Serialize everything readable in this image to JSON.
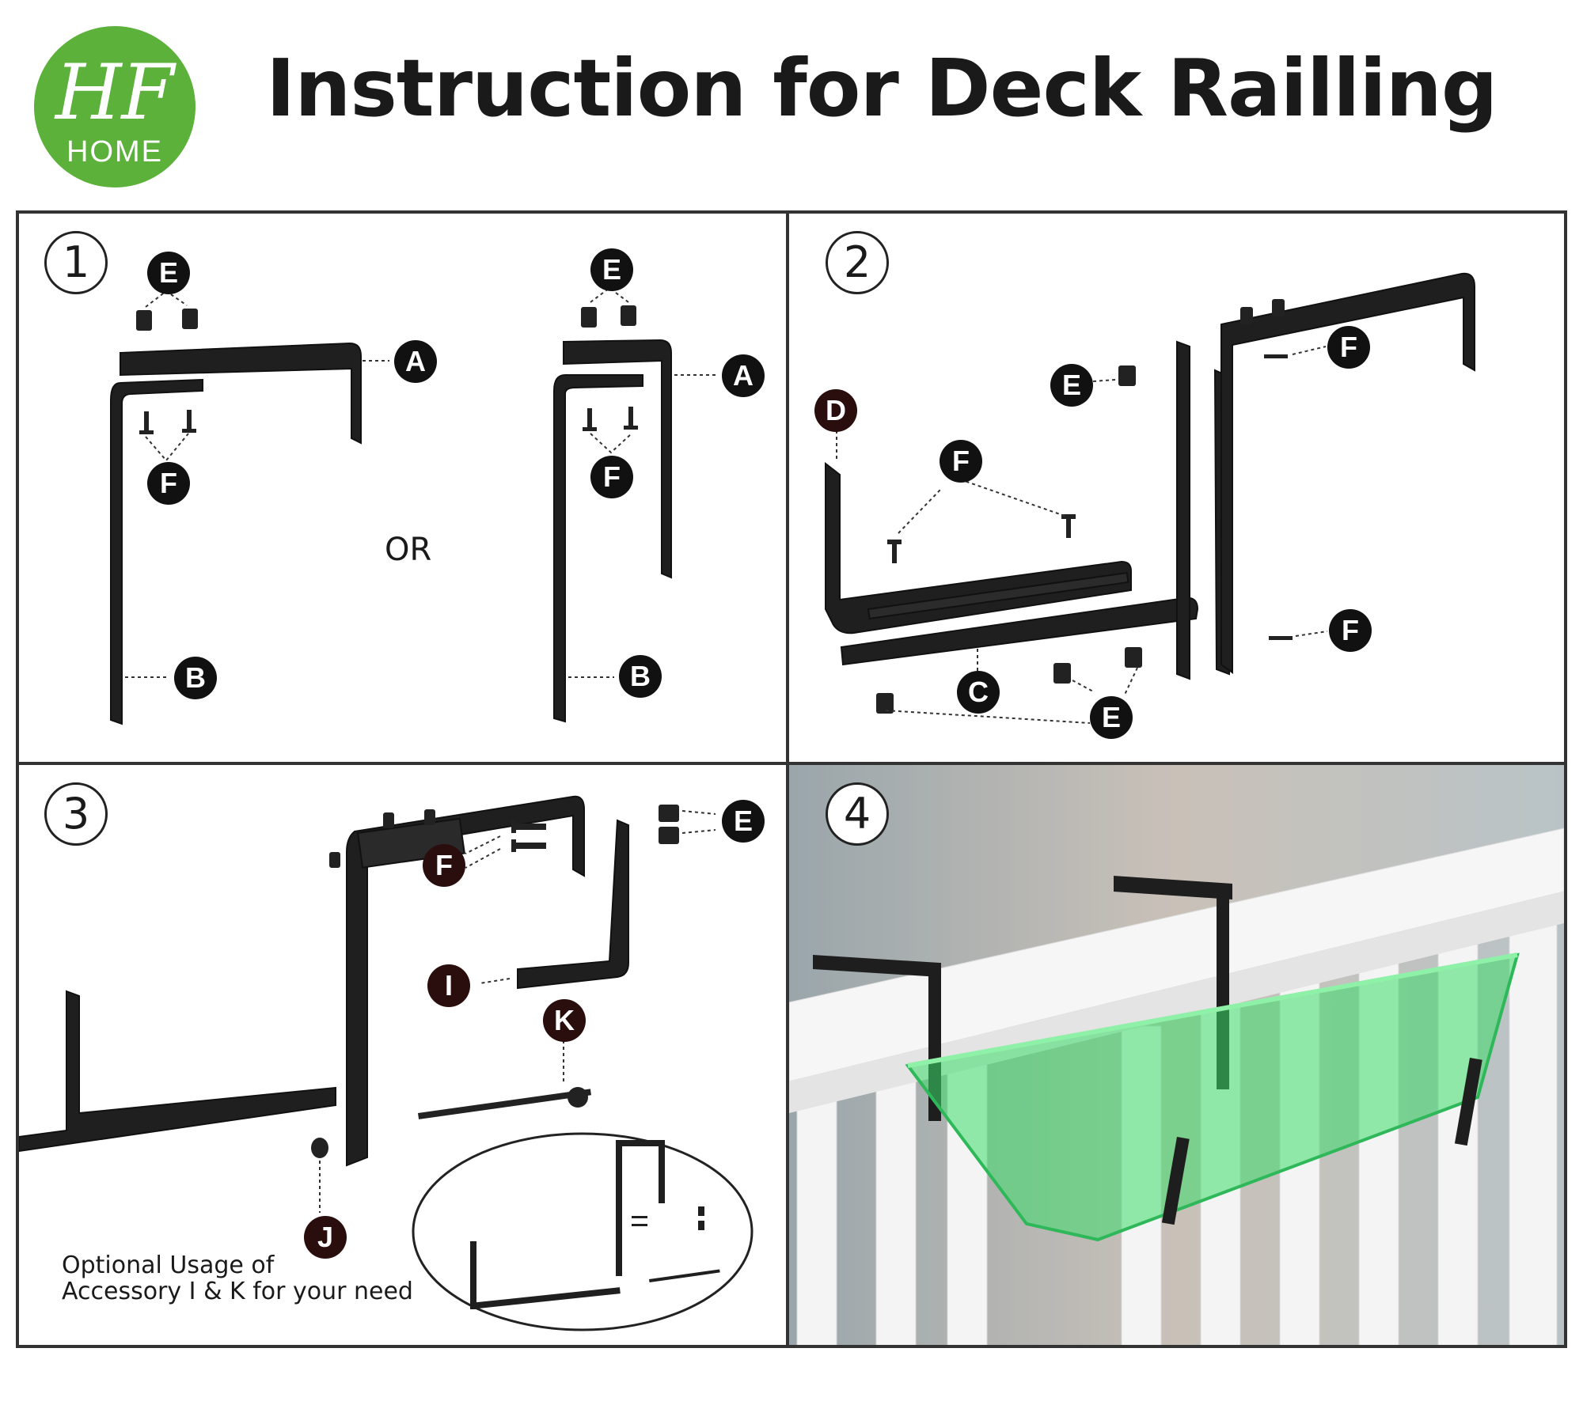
{
  "logo": {
    "monogram": "HF",
    "wordmark": "HOME",
    "color": "#5bb13a"
  },
  "title": "Instruction for Deck Railling",
  "steps": [
    {
      "number": "1",
      "or_text": "OR",
      "labels": {
        "E1": "E",
        "A1": "A",
        "F1": "F",
        "B1": "B",
        "E2": "E",
        "A2": "A",
        "F2": "F",
        "B2": "B"
      }
    },
    {
      "number": "2",
      "labels": {
        "D": "D",
        "F1": "F",
        "E1": "E",
        "F2": "F",
        "F3": "F",
        "C": "C",
        "E2": "E"
      }
    },
    {
      "number": "3",
      "labels": {
        "E": "E",
        "F": "F",
        "I": "I",
        "K": "K",
        "J": "J"
      },
      "note_line1": "Optional Usage of",
      "note_line2": "Accessory I & K for your need"
    },
    {
      "number": "4"
    }
  ],
  "colors": {
    "bracket": "#1e1e1e",
    "planter_green": "#3ddc6a",
    "border": "#333333"
  }
}
